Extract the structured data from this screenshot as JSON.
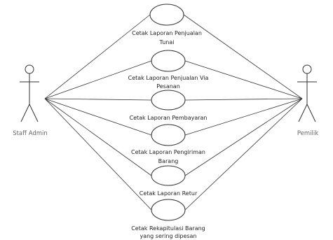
{
  "diagram": {
    "actors": [
      {
        "id": "staff",
        "label": "Staff Admin"
      },
      {
        "id": "owner",
        "label": "Pemilik"
      }
    ],
    "use_cases": [
      {
        "id": "uc1",
        "lines": [
          "Cetak Laporan Penjualan",
          "Tunai"
        ]
      },
      {
        "id": "uc2",
        "lines": [
          "Cetak Laporan Penjualan Via",
          "Pesanan"
        ]
      },
      {
        "id": "uc3",
        "lines": [
          "Cetak Laporan Pembayaran"
        ]
      },
      {
        "id": "uc4",
        "lines": [
          "Cetak Laporan Pengiriman",
          "Barang"
        ]
      },
      {
        "id": "uc5",
        "lines": [
          "Cetak Laporan Retur"
        ]
      },
      {
        "id": "uc6",
        "lines": [
          "Cetak Rekapitulasi Barang",
          "yang sering dipesan"
        ]
      }
    ],
    "associations": [
      {
        "actor": "staff",
        "use_case": "uc1"
      },
      {
        "actor": "staff",
        "use_case": "uc2"
      },
      {
        "actor": "staff",
        "use_case": "uc3"
      },
      {
        "actor": "staff",
        "use_case": "uc4"
      },
      {
        "actor": "staff",
        "use_case": "uc5"
      },
      {
        "actor": "staff",
        "use_case": "uc6"
      },
      {
        "actor": "owner",
        "use_case": "uc1"
      },
      {
        "actor": "owner",
        "use_case": "uc2"
      },
      {
        "actor": "owner",
        "use_case": "uc3"
      },
      {
        "actor": "owner",
        "use_case": "uc4"
      },
      {
        "actor": "owner",
        "use_case": "uc5"
      },
      {
        "actor": "owner",
        "use_case": "uc6"
      }
    ],
    "colors": {
      "stroke": "#333333",
      "actor_label": "#666666",
      "text": "#222222"
    }
  }
}
